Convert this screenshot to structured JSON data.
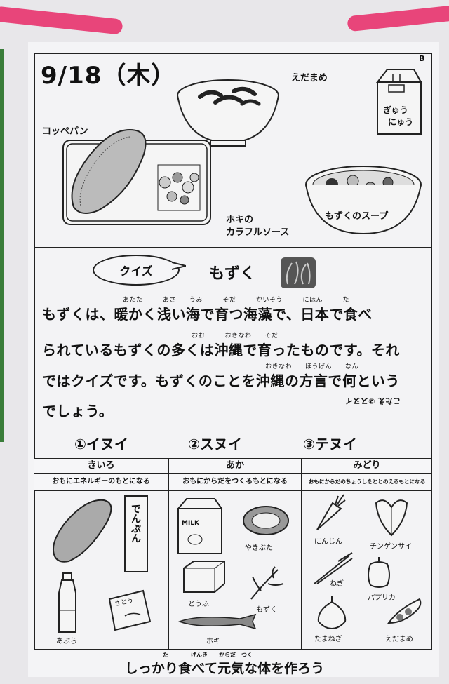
{
  "header": {
    "date": "9/18（木）",
    "corner_mark": "B"
  },
  "menu": {
    "edamame": "えだまめ",
    "milk_line1": "ぎゅう",
    "milk_line2": "にゅう",
    "bread": "コッペパン",
    "hoki_line1": "ホキの",
    "hoki_line2": "カラフルソース",
    "soup": "もずくのスープ"
  },
  "quiz": {
    "bubble": "クイズ",
    "title": "もずく",
    "line1": "もずくは、暖かく浅い海で育つ海藻で、日本で食べ",
    "line1_ruby": "あたた　　　あさ　　うみ　　　そだ　　　かいそう　　　にほん　　　た",
    "line2": "られているもずくの多くは沖縄で育ったものです。それ",
    "line2_ruby": "おお　　　おきなわ　　そだ",
    "line3": "ではクイズです。もずくのことを沖縄の方言で何という",
    "line3_ruby": "おきなわ　　ほうげん　　なん",
    "line4": "でしょう。",
    "answer_upside_down": "こたえ ②スヌイ",
    "options": [
      "①イヌイ",
      "②スヌイ",
      "③テヌイ"
    ]
  },
  "table": {
    "columns": [
      {
        "head": "きいろ",
        "sub": "おもにエネルギーのもとになる"
      },
      {
        "head": "あか",
        "sub": "おもにからだをつくるもとになる"
      },
      {
        "head": "みどり",
        "sub": "おもにからだのちょうしをととのえるもとになる"
      }
    ],
    "yellow_items": [
      "でんぷん",
      "あぶら",
      "さとう"
    ],
    "red_items": [
      "やきぶた",
      "とうふ",
      "もずく",
      "ホキ"
    ],
    "milk_carton_text": "MILK",
    "green_items": [
      "にんじん",
      "チンゲンサイ",
      "ねぎ",
      "パプリカ",
      "たまねぎ",
      "えだまめ"
    ]
  },
  "footer": {
    "slogan": "しっかり食べて元気な体を作ろう",
    "ruby": "た　　　　げんき　　からだ　つく"
  }
}
